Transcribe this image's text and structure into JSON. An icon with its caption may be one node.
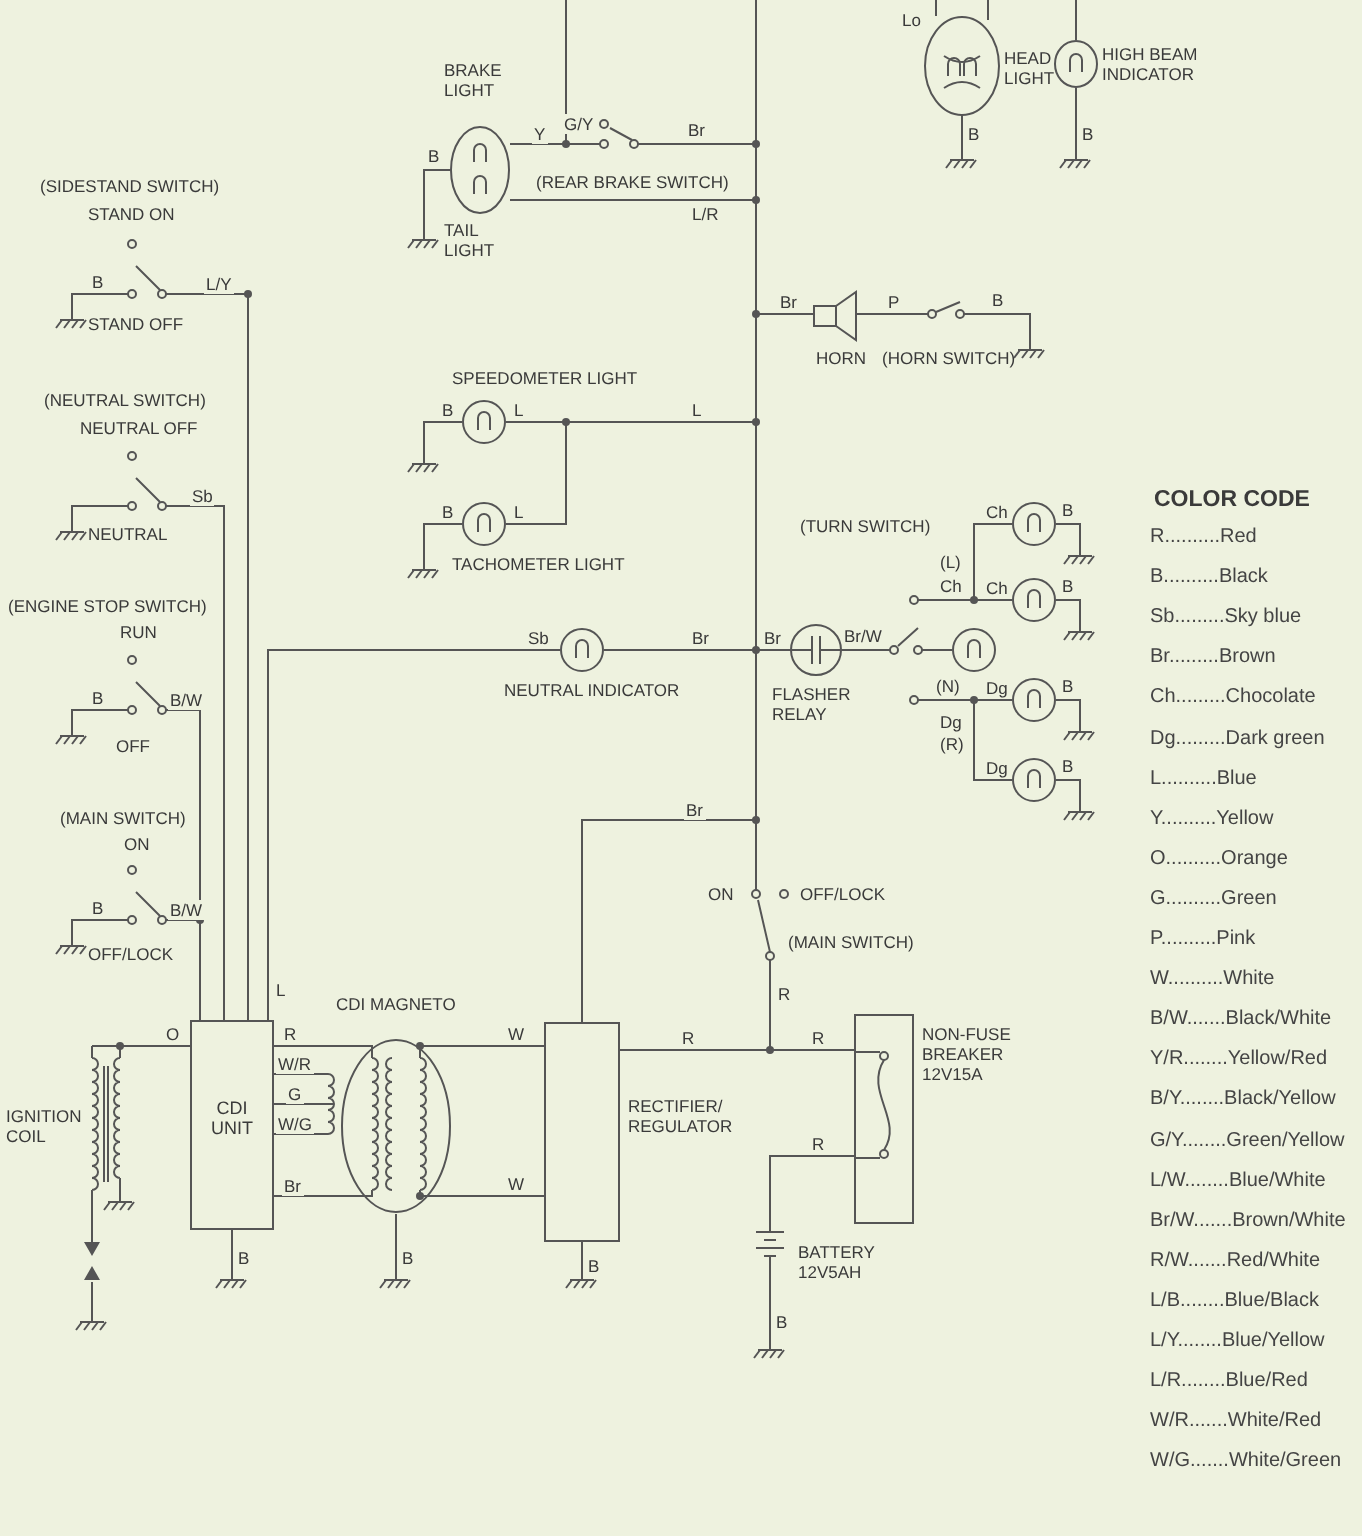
{
  "diagram": {
    "nodes": [
      {
        "text": [],
        "shape": "circle",
        "beside": [
          "BRAKE LIGHT",
          "TAIL LIGHT",
          "B"
        ]
      },
      {
        "text": [],
        "shape": "circle",
        "beside": [
          "HEAD LIGHT",
          "Lo",
          "B"
        ]
      },
      {
        "text": [],
        "shape": "circle",
        "beside": [
          "HIGH BEAM INDICATOR",
          "B"
        ]
      },
      {
        "text": [],
        "shape": "picture",
        "beside": [
          "(REAR BRAKE SWITCH)"
        ]
      },
      {
        "text": [],
        "shape": "picture",
        "beside": [
          "HORN"
        ]
      },
      {
        "text": [],
        "shape": "picture",
        "beside": [
          "(HORN SWITCH)",
          "B"
        ]
      },
      {
        "text": [],
        "shape": "circle",
        "beside": [
          "SPEEDOMETER LIGHT",
          "B"
        ]
      },
      {
        "text": [],
        "shape": "circle",
        "beside": [
          "TACHOMETER LIGHT",
          "B"
        ]
      },
      {
        "text": [],
        "shape": "picture",
        "beside": [
          "(SIDESTAND SWITCH)",
          "STAND ON",
          "STAND OFF",
          "B"
        ]
      },
      {
        "text": [],
        "shape": "picture",
        "beside": [
          "(NEUTRAL SWITCH)",
          "NEUTRAL OFF",
          "NEUTRAL"
        ]
      },
      {
        "text": [],
        "shape": "picture",
        "beside": [
          "(TURN SWITCH)",
          "(L)",
          "(N)",
          "(R)"
        ]
      },
      {
        "text": [],
        "shape": "circle"
      },
      {
        "text": [],
        "shape": "circle",
        "beside": [
          "B"
        ]
      },
      {
        "text": [],
        "shape": "circle",
        "beside": [
          "B"
        ]
      },
      {
        "text": [],
        "shape": "circle",
        "beside": [
          "B"
        ]
      },
      {
        "text": [],
        "shape": "circle",
        "beside": [
          "B"
        ]
      },
      {
        "text": [],
        "shape": "circle",
        "beside": [
          "FLASHER RELAY"
        ]
      },
      {
        "text": [],
        "shape": "circle",
        "beside": [
          "NEUTRAL INDICATOR"
        ]
      },
      {
        "text": [],
        "shape": "picture",
        "beside": [
          "(ENGINE STOP SWITCH)",
          "RUN",
          "OFF",
          "B"
        ]
      },
      {
        "text": [],
        "shape": "picture",
        "beside": [
          "(MAIN SWITCH)",
          "ON",
          "OFF/LOCK",
          "B"
        ]
      },
      {
        "text": [],
        "shape": "picture",
        "beside": [
          "ON",
          "OFF/LOCK",
          "(MAIN SWITCH)"
        ]
      },
      {
        "text": [],
        "shape": "picture",
        "beside": [
          "IGNITION COIL"
        ]
      },
      {
        "text": [
          "CDI UNIT"
        ],
        "beside": [
          "B"
        ]
      },
      {
        "text": [],
        "shape": "circle",
        "beside": [
          "CDI MAGNETO",
          "B"
        ]
      },
      {
        "text": [],
        "shape": "box",
        "beside": [
          "RECTIFIER/ REGULATOR",
          "B"
        ]
      },
      {
        "text": [],
        "shape": "box",
        "beside": [
          "NON-FUSE BREAKER 12V15A"
        ]
      },
      {
        "text": [],
        "shape": "picture",
        "beside": [
          "BATTERY 12V5AH",
          "B"
        ]
      }
    ],
    "edges": [
      {
        "from": 3,
        "to": 0,
        "arrow": "none",
        "label": "Y"
      },
      {
        "from": 20,
        "to": 3,
        "arrow": "none",
        "label": "Br"
      },
      {
        "from": 20,
        "to": 0,
        "arrow": "none",
        "label": "L/R"
      },
      {
        "from": 20,
        "to": 4,
        "arrow": "none",
        "label": "Br"
      },
      {
        "from": 4,
        "to": 5,
        "arrow": "none",
        "label": "P"
      },
      {
        "from": 20,
        "to": 6,
        "arrow": "none",
        "label": "L"
      },
      {
        "from": 6,
        "to": 7,
        "arrow": "none",
        "label": "L"
      },
      {
        "from": 20,
        "to": 16,
        "arrow": "none",
        "label": "Br"
      },
      {
        "from": 16,
        "to": 10,
        "arrow": "none",
        "label": "Br/W"
      },
      {
        "from": 10,
        "to": 12,
        "arrow": "none",
        "label": "Ch"
      },
      {
        "from": 10,
        "to": 13,
        "arrow": "none",
        "label": "Ch"
      },
      {
        "from": 10,
        "to": 11,
        "arrow": "none"
      },
      {
        "from": 10,
        "to": 14,
        "arrow": "none",
        "label": "Dg"
      },
      {
        "from": 10,
        "to": 15,
        "arrow": "none",
        "label": "Dg"
      },
      {
        "from": 20,
        "to": 17,
        "arrow": "none",
        "label": "Br"
      },
      {
        "from": 17,
        "to": 22,
        "arrow": "none",
        "label": "Sb"
      },
      {
        "from": 8,
        "to": 22,
        "arrow": "none",
        "label": "L/Y"
      },
      {
        "from": 9,
        "to": 22,
        "arrow": "none",
        "label": "Sb"
      },
      {
        "from": 18,
        "to": 22,
        "arrow": "none",
        "label": "B/W"
      },
      {
        "from": 19,
        "to": 22,
        "arrow": "none",
        "label": "B/W"
      },
      {
        "from": 22,
        "to": 21,
        "arrow": "none",
        "label": "O"
      },
      {
        "from": 22,
        "to": 23,
        "arrow": "none",
        "label": "R"
      },
      {
        "from": 22,
        "to": 23,
        "arrow": "none",
        "label": "W/R"
      },
      {
        "from": 22,
        "to": 23,
        "arrow": "none",
        "label": "G"
      },
      {
        "from": 22,
        "to": 23,
        "arrow": "none",
        "label": "W/G"
      },
      {
        "from": 22,
        "to": 23,
        "arrow": "none",
        "label": "Br"
      },
      {
        "from": 23,
        "to": 24,
        "arrow": "none",
        "label": "W"
      },
      {
        "from": 23,
        "to": 24,
        "arrow": "none",
        "label": "W"
      },
      {
        "from": 24,
        "to": 25,
        "arrow": "none",
        "label": "R"
      },
      {
        "from": 20,
        "to": 25,
        "arrow": "none",
        "label": "R"
      },
      {
        "from": 26,
        "to": 25,
        "arrow": "none",
        "label": "R"
      },
      {
        "from": 24,
        "to": 20,
        "arrow": "none",
        "label": "Br"
      }
    ],
    "labels": [
      "G/Y",
      "L",
      "Ch",
      "Dg",
      "L",
      "R",
      "COLOR CODE",
      "R..........Red",
      "B..........Black",
      "Sb.........Sky blue",
      "Br.........Brown",
      "Ch.........Chocolate",
      "Dg.........Dark green",
      "L..........Blue",
      "Y..........Yellow",
      "O..........Orange",
      "G..........Green",
      "P..........Pink",
      "W..........White",
      "B/W.......Black/White",
      "Y/R........Yellow/Red",
      "B/Y........Black/Yellow",
      "G/Y........Green/Yellow",
      "L/W........Blue/White",
      "Br/W.......Brown/White",
      "R/W.......Red/White",
      "L/B........Blue/Black",
      "L/Y........Blue/Yellow",
      "L/R........Blue/Red",
      "W/R.......White/Red",
      "W/G.......White/Green"
    ]
  }
}
